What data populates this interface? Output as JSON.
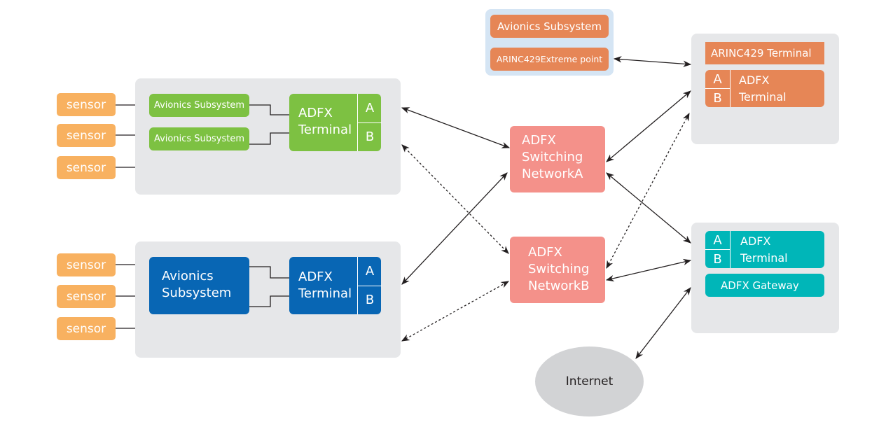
{
  "colors": {
    "sensor": "#f8b160",
    "green": "#7dc142",
    "blue": "#0866b4",
    "orange": "#e68656",
    "teal": "#00b6b8",
    "switch": "#f4918a",
    "panel": "#e6e7e9",
    "arinc_panel": "#d5e5f4",
    "internet": "#d2d3d5"
  },
  "sensor_label": "sensor",
  "group1": {
    "subsystems": [
      "Avionics Subsystem",
      "Avionics Subsystem"
    ],
    "terminal": {
      "line1": "ADFX",
      "line2": "Terminal",
      "port_a": "A",
      "port_b": "B"
    }
  },
  "group2": {
    "subsystem": {
      "line1": "Avionics",
      "line2": "Subsystem"
    },
    "terminal": {
      "line1": "ADFX",
      "line2": "Terminal",
      "port_a": "A",
      "port_b": "B"
    }
  },
  "arinc_group": {
    "subsystem": "Avionics Subsystem",
    "endpoint": "ARINC429Extreme point"
  },
  "arinc_terminal_group": {
    "title": "ARINC429 Terminal",
    "terminal": {
      "line1": "ADFX",
      "line2": "Terminal",
      "port_a": "A",
      "port_b": "B"
    }
  },
  "switch_a": {
    "line1": "ADFX",
    "line2": "Switching",
    "line3": "NetworkA"
  },
  "switch_b": {
    "line1": "ADFX",
    "line2": "Switching",
    "line3": "NetworkB"
  },
  "gateway_group": {
    "terminal": {
      "line1": "ADFX",
      "line2": "Terminal",
      "port_a": "A",
      "port_b": "B"
    },
    "gateway": "ADFX Gateway"
  },
  "internet": "Internet"
}
